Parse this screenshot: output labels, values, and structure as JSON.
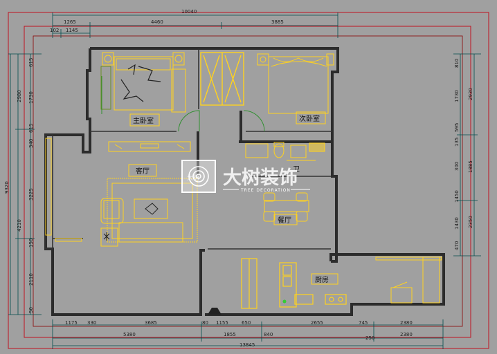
{
  "dimensions": {
    "top_total": "10040",
    "top_row": [
      "1265",
      "4460",
      "3885"
    ],
    "top_small": [
      "102",
      "1145"
    ],
    "bottom_row1": [
      "1175",
      "330",
      "3685",
      "80",
      "1155",
      "650",
      "2655",
      "745",
      "2380"
    ],
    "bottom_row2": [
      "5380",
      "1855",
      "840",
      "2380"
    ],
    "bottom_small": "250",
    "bottom_total": "13845",
    "left_total": "9320",
    "left_inner": [
      "615",
      "2980",
      "1730",
      "615",
      "340",
      "3225",
      "4210",
      "150",
      "2110",
      "50"
    ],
    "right_total_a": "2930",
    "right_total_b": "1885",
    "right_total_c": "2350",
    "right_inner": [
      "810",
      "1730",
      "595",
      "135",
      "300",
      "1450",
      "1430",
      "470"
    ]
  },
  "rooms": {
    "master_bedroom": "主卧室",
    "second_bedroom": "次卧室",
    "living_room": "客厅",
    "dining_room": "餐厅",
    "kitchen": "厨房",
    "bathroom": "卫"
  },
  "watermark": {
    "brand": "大树装饰",
    "sub": "TREE DECORATION",
    "logo_text": "大树"
  },
  "colors": {
    "background": "#a0a0a0",
    "wall": "#3a3a3a",
    "furniture": "#ffd21f",
    "frame_red": "#c1121f",
    "dimension": "#004d4d"
  }
}
